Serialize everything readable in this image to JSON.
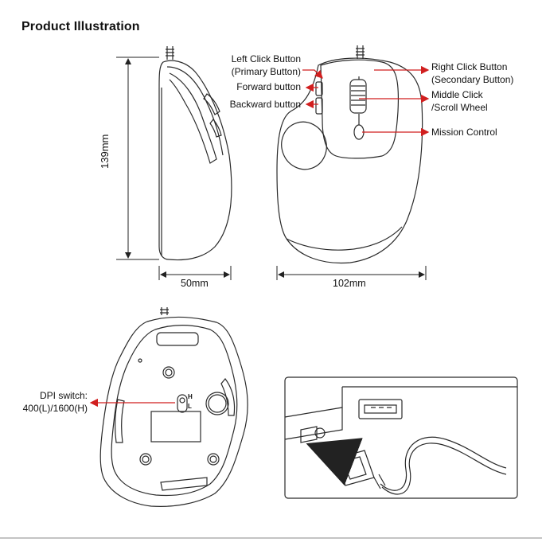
{
  "title": "Product Illustration",
  "dimensions": {
    "height": "139mm",
    "width_side": "50mm",
    "width_top": "102mm"
  },
  "labels": {
    "left_click_1": "Left Click Button",
    "left_click_2": "(Primary Button)",
    "forward": "Forward button",
    "backward": "Backward button",
    "right_click_1": "Right Click Button",
    "right_click_2": "(Secondary Button)",
    "middle_1": "Middle Click",
    "middle_2": "/Scroll Wheel",
    "mission": "Mission Control",
    "dpi_1": "DPI switch:",
    "dpi_2": "400(L)/1600(H)",
    "dpi_h": "H",
    "dpi_l": "L"
  },
  "colors": {
    "arrow": "#d11f1f",
    "line": "#2a2a2a",
    "usb_arrow": "#1a1a1a"
  }
}
